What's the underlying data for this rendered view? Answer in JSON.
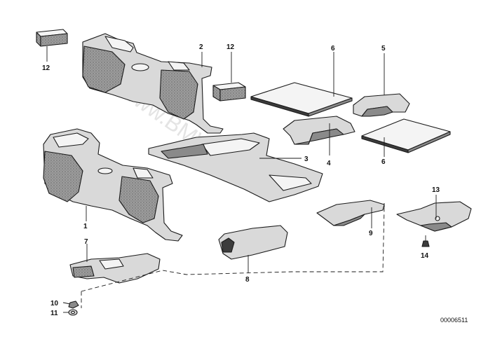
{
  "callouts": {
    "c1": "1",
    "c2": "2",
    "c3": "3",
    "c4": "4",
    "c5": "5",
    "c6a": "6",
    "c6b": "6",
    "c7": "7",
    "c8": "8",
    "c9": "9",
    "c10": "10",
    "c11": "11",
    "c12a": "12",
    "c12b": "12",
    "c13": "13",
    "c14": "14"
  },
  "document_number": "00006511",
  "watermark": "www.BMWstore.pl",
  "colors": {
    "line": "#1a1a1a",
    "fill_grey": "#8a8a8a",
    "background": "#ffffff"
  }
}
